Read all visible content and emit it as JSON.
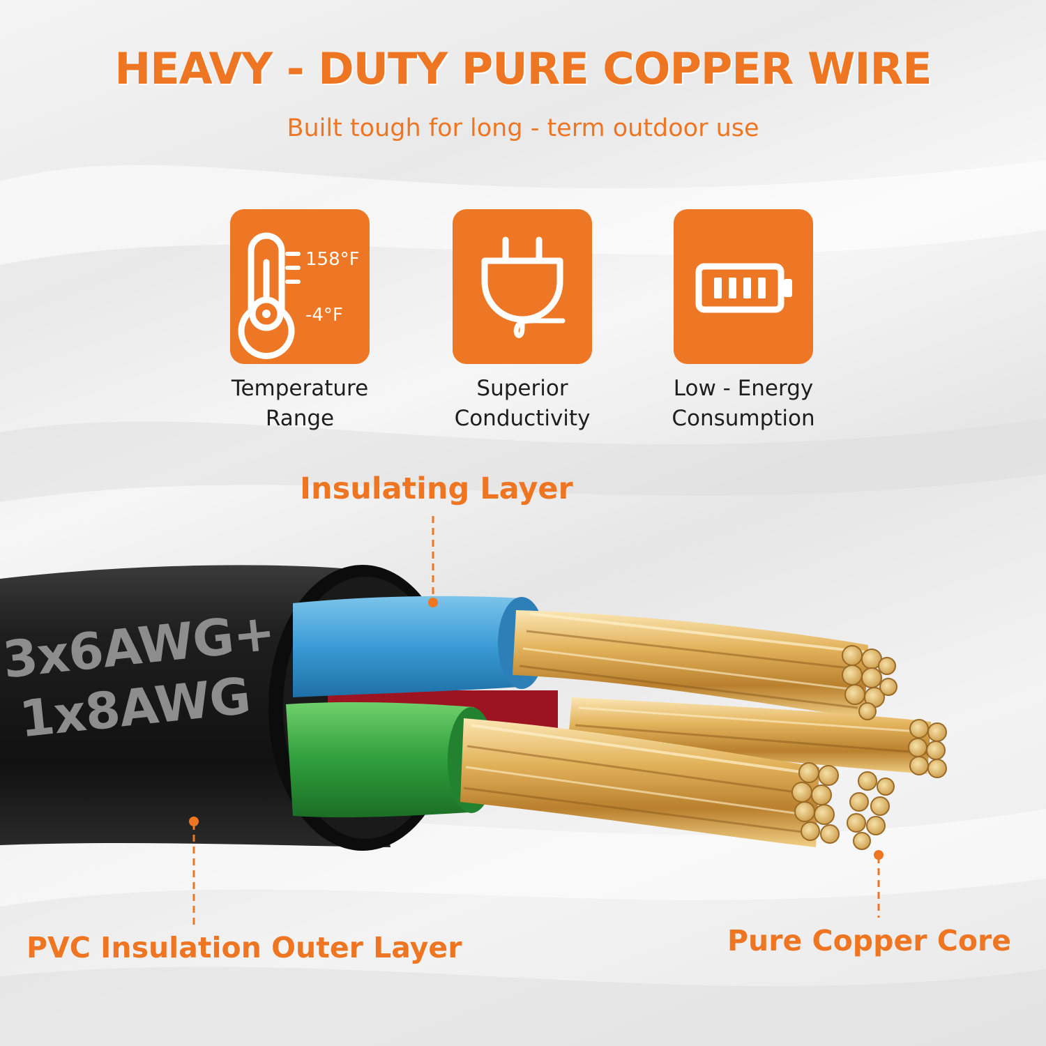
{
  "header": {
    "title": "HEAVY - DUTY PURE COPPER WIRE",
    "subtitle": "Built tough for long - term outdoor use"
  },
  "features": [
    {
      "icon": "thermometer-icon",
      "icon_labels": {
        "high": "158°F",
        "low": "-4°F"
      },
      "caption_lines": [
        "Temperature",
        "Range"
      ]
    },
    {
      "icon": "plug-icon",
      "caption_lines": [
        "Superior",
        "Conductivity"
      ]
    },
    {
      "icon": "battery-icon",
      "caption_lines": [
        "Low - Energy",
        "Consumption"
      ]
    }
  ],
  "cable": {
    "printed_lines": [
      "3x6AWG+",
      "1x8AWG"
    ]
  },
  "callouts": {
    "insulating": "Insulating Layer",
    "outer": "PVC Insulation Outer Layer",
    "core": "Pure Copper Core"
  },
  "colors": {
    "accent": "#ee7623",
    "jacket": "#1c1c1c",
    "blue_wire": "#3a9bd5",
    "green_wire": "#2f9e3c",
    "red_wire": "#9c1422",
    "copper": "#d7a24a"
  }
}
